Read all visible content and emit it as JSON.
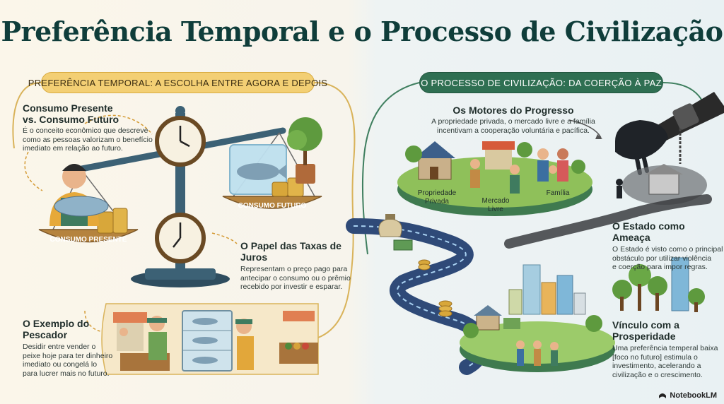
{
  "title": "Preferência Temporal e o Processo de Civilização",
  "left": {
    "banner": "PREFERÊNCIA TEMPORAL: A ESCOLHA ENTRE AGORA E DEPOIS",
    "consumo": {
      "heading_line1": "Consumo Presente",
      "heading_line2": "vs. Consumo Futuro",
      "body_line1": "É o conceito econômico que descreve",
      "body_line2": "como as pessoas valorizam o benefício",
      "body_line3": "imediato em relação ao futuro."
    },
    "pan_labels": {
      "present": "CONSUMO PRESENTE",
      "future": "CONSUMO FUTURO"
    },
    "juros": {
      "heading": "O Papel das Taxas de Juros",
      "body_line1": "Representam o preço pago para",
      "body_line2": "antecipar o consumo ou o prêmio",
      "body_line3": "recebido por investir e esparar."
    },
    "pescador": {
      "heading_line1": "O Exemplo do",
      "heading_line2": "Pescador",
      "body_line1": "Desidir entre vender o",
      "body_line2": "peixe hoje para ter dinheiro",
      "body_line3": "imediato ou congelá lo",
      "body_line4": "para lucrer mais no futuro."
    }
  },
  "right": {
    "banner": "O PROCESSO DE CIVILIZAÇÃO: DA COERÇÃO À PAZ",
    "motores": {
      "heading": "Os Motores do Progresso",
      "body_line1": "A propriedade privada, o mercado livre e a família",
      "body_line2": "incentivam a cooperação voluntária e pacífica."
    },
    "island_labels": {
      "propriedade_line1": "Propriedade",
      "propriedade_line2": "Privada",
      "mercado_line1": "Mercado",
      "mercado_line2": "Livre",
      "familia": "Família"
    },
    "estado": {
      "heading": "O Estado como Ameaça",
      "body_line1": "O Estado é visto como o principal",
      "body_line2": "obstáculo por utilizar violência",
      "body_line3": "e coerção para impor regras."
    },
    "vinculo": {
      "heading_line1": "Vínculo com a",
      "heading_line2": "Prosperidade",
      "body_line1": "Uma preferência temperal baixa",
      "body_line2": "[foco no futuro] estimula o",
      "body_line3": "investimento, acelerando a",
      "body_line4": "civilização e o crescimento."
    }
  },
  "badge": "NotebookLM",
  "colors": {
    "title": "#0f3d3a",
    "banner_left": "#f3cf74",
    "banner_right": "#2f6f52",
    "grass": "#7fb04f",
    "road": "#2f4a78",
    "gold": "#d8a73a",
    "wood": "#a8743c"
  }
}
